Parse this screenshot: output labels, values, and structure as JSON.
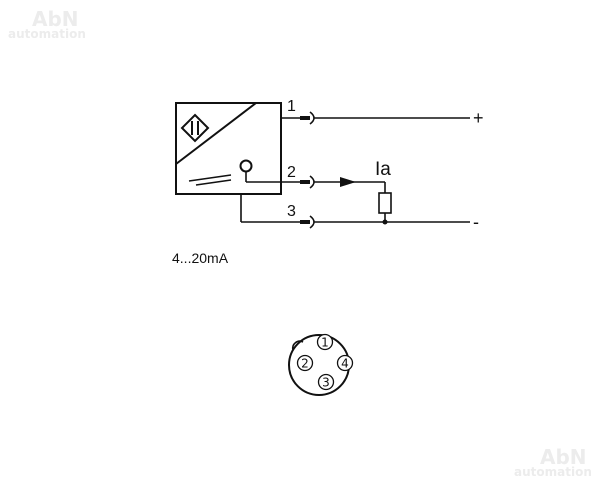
{
  "watermark": {
    "brand": "AbN",
    "subtitle": "automation"
  },
  "wiring": {
    "pins": [
      "1",
      "2",
      "3"
    ],
    "positive_sign": "+",
    "negative_sign": "-",
    "current_label": "Ia"
  },
  "output_type": "4...20mA",
  "connector": {
    "pins": [
      "1",
      "2",
      "3",
      "4"
    ]
  }
}
